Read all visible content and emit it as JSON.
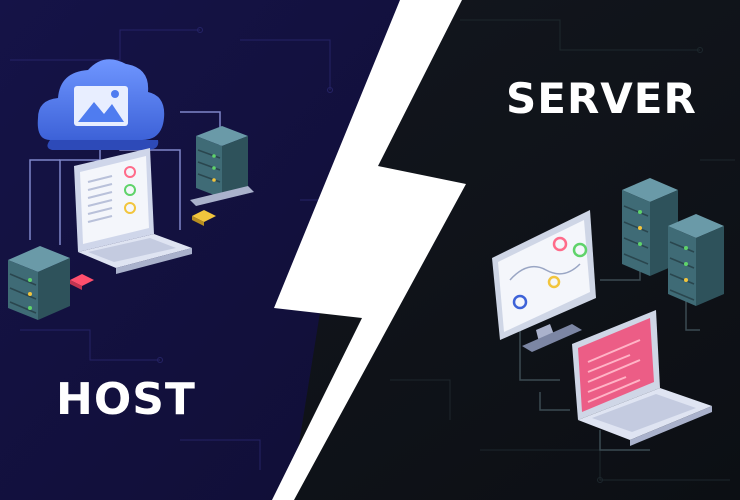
{
  "labels": {
    "host": "HOST",
    "server": "SERVER"
  },
  "colors": {
    "host_background": "#14123f",
    "server_background": "#101419",
    "divider": "#ffffff",
    "cloud": "#4f7cf0",
    "server_rack": "#3f6b76",
    "led_green": "#5fd36a",
    "led_yellow": "#f2c53d",
    "laptop_screen_pink": "#ec5d86",
    "accent_red": "#ff4f6d"
  },
  "icons": [
    "cloud-image-icon",
    "laptop-icon",
    "server-rack-icon",
    "monitor-dashboard-icon",
    "lightning-bolt-divider"
  ]
}
